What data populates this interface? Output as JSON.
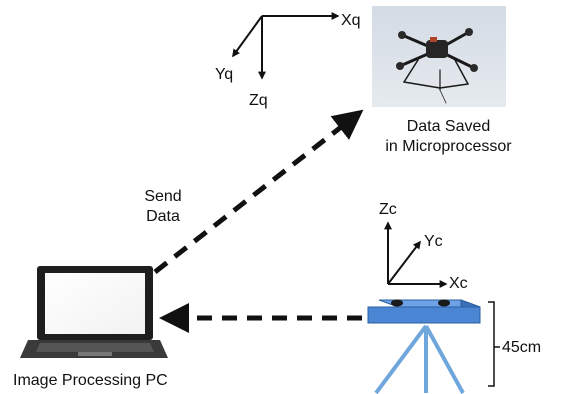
{
  "drone_axes": {
    "x_label": "Xq",
    "y_label": "Yq",
    "z_label": "Zq"
  },
  "drone_caption": {
    "line1": "Data Saved",
    "line2": "in Microprocessor"
  },
  "send_label": {
    "line1": "Send",
    "line2": "Data"
  },
  "camera_axes": {
    "x_label": "Xc",
    "y_label": "Yc",
    "z_label": "Zc"
  },
  "camera_height": "45cm",
  "pc_label": "Image Processing PC",
  "colors": {
    "camera_body": "#4a86d4",
    "camera_top": "#6ea2e6",
    "tripod": "#6fa6dc",
    "photo_sky": "#dde3ea",
    "arrow": "#111111"
  }
}
